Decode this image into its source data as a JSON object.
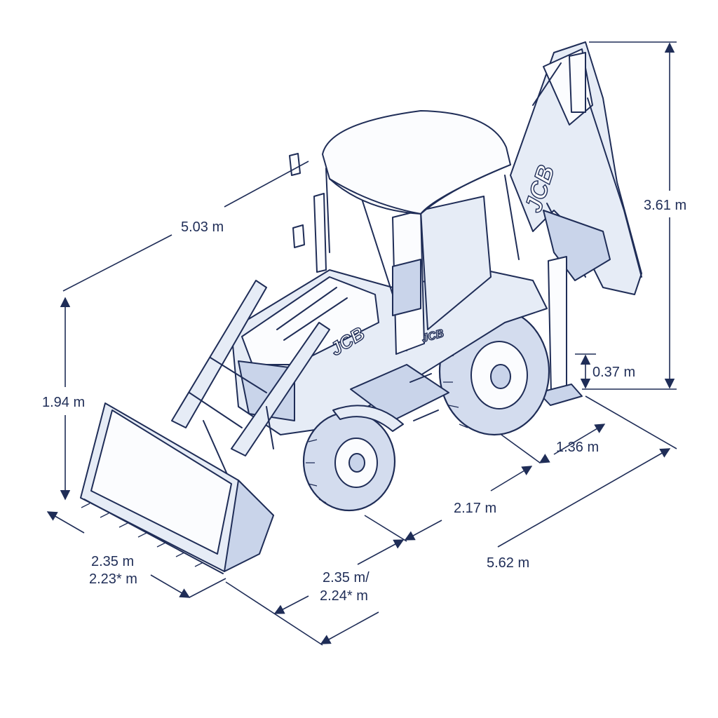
{
  "brand_logo": "JCB",
  "dimensions": {
    "overall_length_top": "5.03 m",
    "overall_height": "3.61 m",
    "loader_height": "1.94 m",
    "ground_clearance": "0.37 m",
    "rear_overhang": "1.36 m",
    "wheelbase": "2.17 m",
    "overall_length": "5.62 m",
    "track_width_line1": "2.35 m/",
    "track_width_line2": "2.24* m",
    "bucket_width_line1": "2.35 m",
    "bucket_width_line2": "2.23* m"
  },
  "colors": {
    "ink": "#1f2d57",
    "fill": "#e6ecf6"
  }
}
